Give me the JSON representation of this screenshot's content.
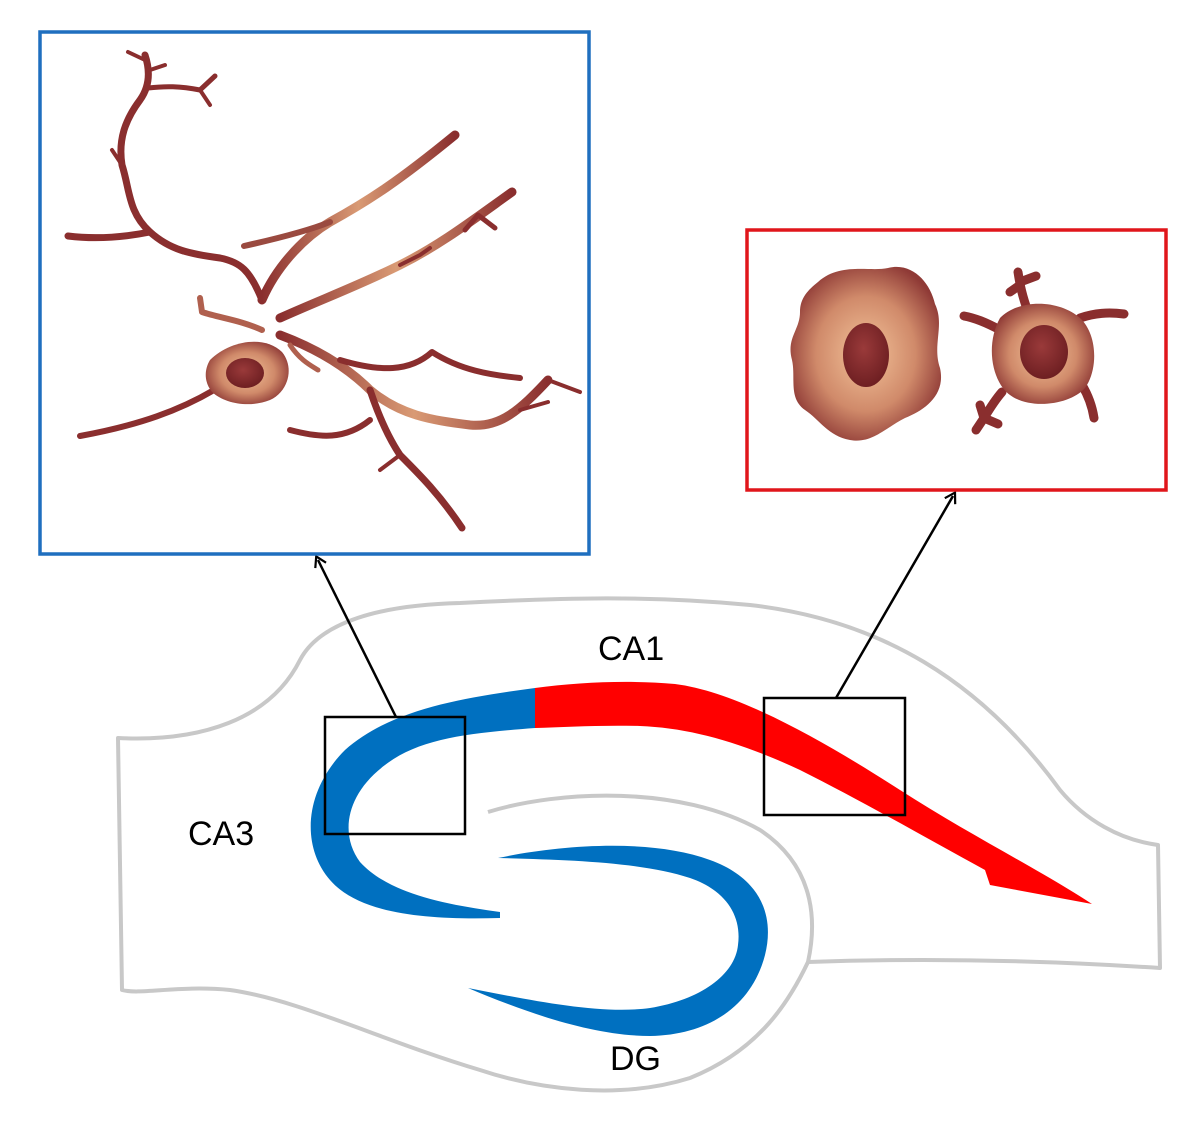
{
  "labels": {
    "ca1": "CA1",
    "ca3": "CA3",
    "dg": "DG"
  },
  "colors": {
    "ramified_panel_border": "#1f6fbf",
    "amoeboid_panel_border": "#e0161b",
    "blue_layer": "#0070c0",
    "red_layer": "#ff0000",
    "outline": "#c8c8c8",
    "cell_dark": "#8a2e2e",
    "cell_light": "#f0b88a"
  },
  "icons": {
    "ramified_microglia": "ramified-microglia-icon",
    "amoeboid_microglia": "amoeboid-microglia-icon",
    "process_bearing_microglia": "process-bearing-microglia-icon"
  }
}
